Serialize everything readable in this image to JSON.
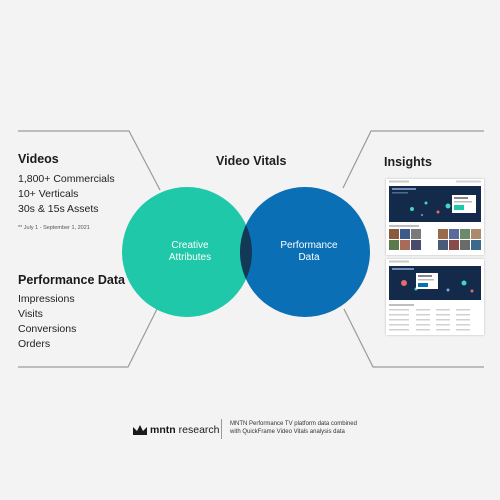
{
  "videos": {
    "title": "Videos",
    "items": [
      "1,800+ Commercials",
      "10+ Verticals",
      "30s & 15s Assets"
    ],
    "footnote": "** July 1 - September 1, 2021"
  },
  "performance_data": {
    "title": "Performance Data",
    "items": [
      "Impressions",
      "Visits",
      "Conversions",
      "Orders"
    ]
  },
  "video_vitals": {
    "title": "Video Vitals"
  },
  "insights": {
    "title": "Insights"
  },
  "venn": {
    "left_label_line1": "Creative",
    "left_label_line2": "Attributes",
    "right_label_line1": "Performance",
    "right_label_line2": "Data",
    "left_color": "#1fc8a8",
    "right_color": "#0a6fb4",
    "overlap_color": "#123a56"
  },
  "footer": {
    "brand": "mntn",
    "brand_suffix": "research",
    "caption_line1": "MNTN Performance TV platform data combined",
    "caption_line2": "with QuickFrame Video Vitals analysis data"
  },
  "colors": {
    "background": "#f3f3f3",
    "line": "#9a9a9a",
    "dashboard_dark": "#142a4a"
  }
}
